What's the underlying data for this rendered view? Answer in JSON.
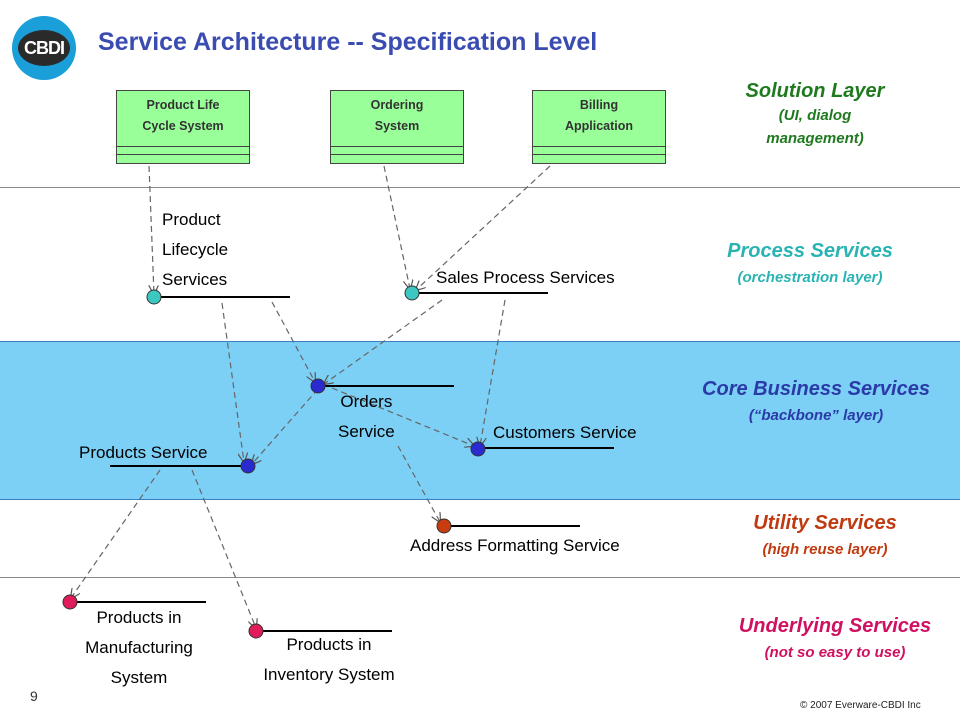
{
  "logo": {
    "text": "CBDI"
  },
  "title": "Service Architecture -- Specification Level",
  "systems": [
    {
      "label": "Product Life\nCycle System"
    },
    {
      "label": "Ordering\nSystem"
    },
    {
      "label": "Billing\nApplication"
    }
  ],
  "layers": {
    "solution": {
      "heading": "Solution Layer",
      "sub1": "(UI, dialog",
      "sub2": "management)",
      "color": "#1f7a1f"
    },
    "process": {
      "heading": "Process Services",
      "sub1": "(orchestration layer)",
      "color": "#2ab3b3"
    },
    "core": {
      "heading": "Core Business Services",
      "sub1": "(“backbone” layer)",
      "color": "#2a3aa8"
    },
    "utility": {
      "heading": "Utility Services",
      "sub1": "(high reuse layer)",
      "color": "#c0390f"
    },
    "underlying": {
      "heading": "Underlying Services",
      "sub1": "(not so easy to use)",
      "color": "#d01060"
    }
  },
  "services": {
    "product_lifecycle": "Product\nLifecycle\nServices",
    "sales_process": "Sales Process Services",
    "orders": "Orders\nService",
    "customers": "Customers Service",
    "products": "Products Service",
    "address_formatting": "Address Formatting Service",
    "products_manufacturing": "Products in\nManufacturing\nSystem",
    "products_inventory": "Products in\nInventory System"
  },
  "colors": {
    "process_node": "#3cc8c0",
    "core_node": "#2a2ad0",
    "utility_node": "#c83c10",
    "underlying_node": "#e01c5a",
    "system_box": "#99ff99",
    "core_band": "#7ccff5",
    "title": "#3a4cb0"
  },
  "footer": {
    "page_number": "9",
    "copyright": "© 2007 Everware-CBDI Inc"
  }
}
